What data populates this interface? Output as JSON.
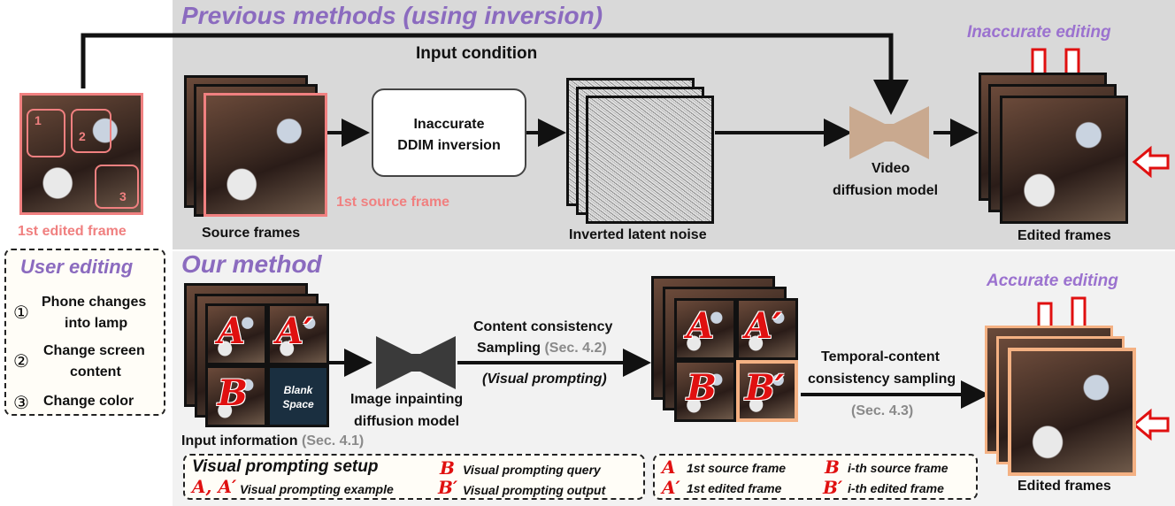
{
  "previous": {
    "title": "Previous methods (using inversion)",
    "input_condition": "Input condition",
    "inaccurate_editing": "Inaccurate editing",
    "inversion_box": [
      "Inaccurate",
      "DDIM inversion"
    ],
    "source_frames": "Source frames",
    "first_source_frame": "1st source frame",
    "inverted_noise": "Inverted latent noise",
    "video_model": [
      "Video",
      "diffusion model"
    ],
    "edited_frames": "Edited frames"
  },
  "left": {
    "first_edited_frame": "1st edited frame",
    "marker_1": "1",
    "marker_2": "2",
    "marker_3": "3"
  },
  "user_editing": {
    "title": "User editing",
    "items": [
      {
        "num": "①",
        "lines": [
          "Phone changes",
          "into lamp"
        ]
      },
      {
        "num": "②",
        "lines": [
          "Change screen",
          "content"
        ]
      },
      {
        "num": "③",
        "lines": [
          "Change color"
        ]
      }
    ]
  },
  "ours": {
    "title": "Our method",
    "accurate_editing": "Accurate editing",
    "letters": [
      "A",
      "A′",
      "B",
      "B′"
    ],
    "blank_space": [
      "Blank",
      "Space"
    ],
    "input_info": "Input information",
    "input_info_sec": "(Sec. 4.1)",
    "inpainting_model": [
      "Image inpainting",
      "diffusion model"
    ],
    "content_sampling": [
      "Content consistency",
      "Sampling"
    ],
    "content_sampling_sec": "(Sec. 4.2)",
    "visual_prompting": "(Visual prompting)",
    "temporal_sampling": [
      "Temporal-content",
      "consistency sampling"
    ],
    "temporal_sampling_sec": "(Sec. 4.3)",
    "edited_frames": "Edited frames"
  },
  "legend1": {
    "title": "Visual prompting setup",
    "example_letters": "A, A′",
    "example": "Visual prompting example",
    "query_letter": "B",
    "query": "Visual prompting query",
    "output_letter": "B′",
    "output": "Visual prompting output"
  },
  "legend2": {
    "a": "A",
    "a_txt": "1st source frame",
    "ap": "A′",
    "ap_txt": "1st edited frame",
    "b": "B",
    "b_txt": "i-th source frame",
    "bp": "B′",
    "bp_txt": "i-th edited frame"
  },
  "colors": {
    "top_panel": "#d9d9d9",
    "bottom_panel": "#f2f2f2",
    "accent_red": "#e01010",
    "title_purple": "#8b6bbf",
    "peach": "#f4b183"
  }
}
